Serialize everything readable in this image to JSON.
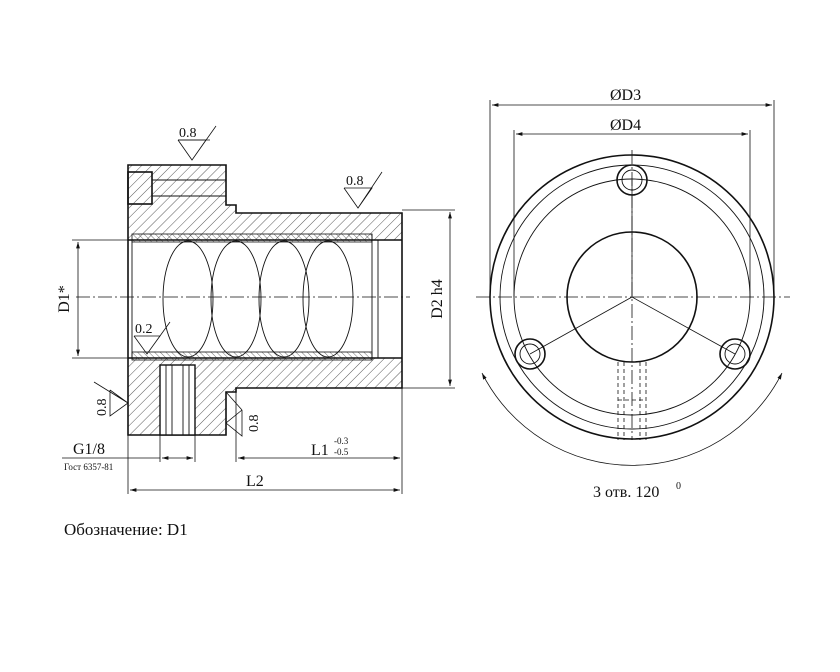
{
  "dims": {
    "d3": "ØD3",
    "d4": "ØD4",
    "d1": "D1*",
    "d2": "D2 h4",
    "g": "G1/8",
    "gost": "Гост 6357-81",
    "l1": "L1",
    "l1_tol_upper": "-0.3",
    "l1_tol_lower": "-0.5",
    "l2": "L2",
    "holes": "3 отв. 120",
    "holes_deg": "0"
  },
  "roughness": {
    "top": "0.8",
    "right": "0.8",
    "inner": "0.2",
    "left": "0.8",
    "bottom": "0.8"
  },
  "caption": "Обозначение: D1"
}
